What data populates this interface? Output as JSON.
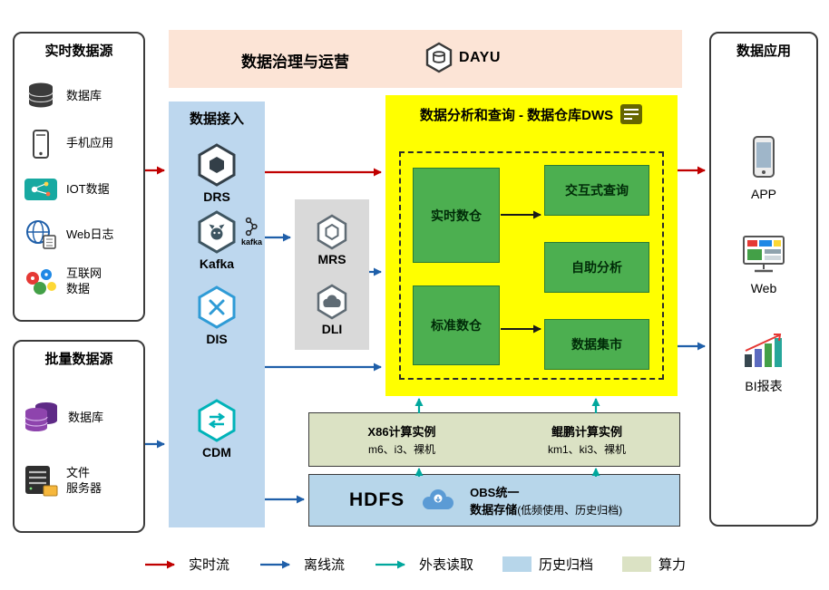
{
  "banner": {
    "title": "数据治理与运营",
    "logo_text": "DAYU"
  },
  "realtime_sources": {
    "title": "实时数据源",
    "items": [
      {
        "label": "数据库",
        "icon": "database-icon"
      },
      {
        "label": "手机应用",
        "icon": "mobile-app-icon"
      },
      {
        "label": "IOT数据",
        "icon": "iot-icon"
      },
      {
        "label": "Web日志",
        "icon": "web-log-icon"
      },
      {
        "label": "互联网\n数据",
        "icon": "internet-data-icon"
      }
    ]
  },
  "batch_sources": {
    "title": "批量数据源",
    "items": [
      {
        "label": "数据库",
        "icon": "batch-database-icon"
      },
      {
        "label": "文件\n服务器",
        "icon": "file-server-icon"
      }
    ]
  },
  "ingest": {
    "title": "数据接入",
    "items": [
      {
        "label": "DRS"
      },
      {
        "label": "Kafka",
        "sublabel": "kafka"
      },
      {
        "label": "DIS"
      },
      {
        "label": "CDM"
      }
    ]
  },
  "processing": {
    "items": [
      {
        "label": "MRS"
      },
      {
        "label": "DLI"
      }
    ]
  },
  "dws": {
    "title": "数据分析和查询 - 数据仓库DWS",
    "warehouses": [
      {
        "label": "实时数仓"
      },
      {
        "label": "标准数仓"
      }
    ],
    "services": [
      {
        "label": "交互式查询"
      },
      {
        "label": "自助分析"
      },
      {
        "label": "数据集市"
      }
    ]
  },
  "compute": {
    "x86": {
      "title": "X86计算实例",
      "subtitle": "m6、i3、裸机"
    },
    "kunpeng": {
      "title": "鲲鹏计算实例",
      "subtitle": "km1、ki3、裸机"
    }
  },
  "storage": {
    "hdfs": "HDFS",
    "obs_line1": "OBS统一",
    "obs_line2": "数据存储",
    "obs_note": "(低频使用、历史归档)"
  },
  "apps": {
    "title": "数据应用",
    "items": [
      {
        "label": "APP"
      },
      {
        "label": "Web"
      },
      {
        "label": "BI报表"
      }
    ]
  },
  "legend": {
    "items": [
      {
        "label": "实时流",
        "type": "arrow",
        "color": "#c00000"
      },
      {
        "label": "离线流",
        "type": "arrow",
        "color": "#1f5fa9"
      },
      {
        "label": "外表读取",
        "type": "arrow",
        "color": "#00a79d"
      },
      {
        "label": "历史归档",
        "type": "swatch",
        "color": "#b7d6ea"
      },
      {
        "label": "算力",
        "type": "swatch",
        "color": "#dbe2c4"
      }
    ]
  },
  "colors": {
    "realtime_flow": "#c00000",
    "offline_flow": "#1f5fa9",
    "external_read": "#00a79d",
    "dws_background": "#ffff00",
    "warehouse_green": "#4caf50",
    "ingest_blue": "#bdd7ee",
    "banner_peach": "#fce4d6",
    "compute_olive": "#dbe2c4",
    "storage_blue": "#b7d6ea"
  }
}
